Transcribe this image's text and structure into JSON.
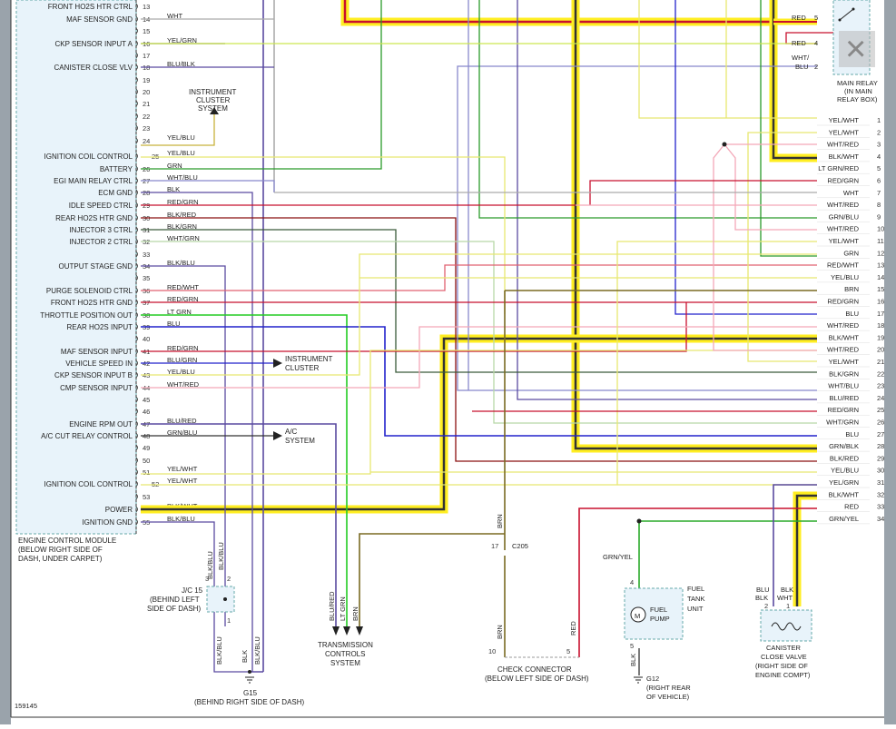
{
  "figure_id": "159145",
  "ecm": {
    "caption": [
      "ENGINE CONTROL MODULE",
      "(BELOW RIGHT SIDE OF",
      "DASH, UNDER CARPET)"
    ],
    "rows": [
      {
        "pin": "13",
        "name": "FRONT HO2S HTR CTRL",
        "wire": ""
      },
      {
        "pin": "14",
        "name": "MAF SENSOR GND",
        "wire": "WHT"
      },
      {
        "pin": "15",
        "name": "",
        "wire": ""
      },
      {
        "pin": "16",
        "name": "CKP SENSOR INPUT A",
        "wire": "YEL/GRN"
      },
      {
        "pin": "17",
        "name": "",
        "wire": ""
      },
      {
        "pin": "18",
        "name": "CANISTER CLOSE VLV",
        "wire": "BLU/BLK"
      },
      {
        "pin": "19",
        "name": "",
        "wire": ""
      },
      {
        "pin": "20",
        "name": "",
        "wire": ""
      },
      {
        "pin": "21",
        "name": "",
        "wire": ""
      },
      {
        "pin": "22",
        "name": "",
        "wire": ""
      },
      {
        "pin": "23",
        "name": "",
        "wire": ""
      },
      {
        "pin": "24",
        "name": "",
        "wire": "YEL/BLU"
      },
      {
        "pin": "25",
        "name": "IGNITION COIL CONTROL",
        "wire": "YEL/BLU"
      },
      {
        "pin": "26",
        "name": "BATTERY",
        "wire": "GRN"
      },
      {
        "pin": "27",
        "name": "EGI MAIN RELAY CTRL",
        "wire": "WHT/BLU"
      },
      {
        "pin": "28",
        "name": "ECM GND",
        "wire": "BLK"
      },
      {
        "pin": "29",
        "name": "IDLE SPEED CTRL",
        "wire": "RED/GRN"
      },
      {
        "pin": "30",
        "name": "REAR HO2S HTR GND",
        "wire": "BLK/RED"
      },
      {
        "pin": "31",
        "name": "INJECTOR 3 CTRL",
        "wire": "BLK/GRN"
      },
      {
        "pin": "32",
        "name": "INJECTOR 2 CTRL",
        "wire": "WHT/GRN"
      },
      {
        "pin": "33",
        "name": "",
        "wire": ""
      },
      {
        "pin": "34",
        "name": "OUTPUT STAGE GND",
        "wire": "BLK/BLU"
      },
      {
        "pin": "35",
        "name": "",
        "wire": ""
      },
      {
        "pin": "36",
        "name": "PURGE SOLENOID CTRL",
        "wire": "RED/WHT"
      },
      {
        "pin": "37",
        "name": "FRONT HO2S HTR GND",
        "wire": "RED/GRN"
      },
      {
        "pin": "38",
        "name": "THROTTLE POSITION OUT",
        "wire": "LT GRN"
      },
      {
        "pin": "39",
        "name": "REAR HO2S INPUT",
        "wire": "BLU"
      },
      {
        "pin": "40",
        "name": "",
        "wire": ""
      },
      {
        "pin": "41",
        "name": "MAF SENSOR INPUT",
        "wire": "RED/GRN"
      },
      {
        "pin": "42",
        "name": "VEHICLE SPEED IN",
        "wire": "BLU/GRN"
      },
      {
        "pin": "43",
        "name": "CKP SENSOR INPUT B",
        "wire": "YEL/BLU"
      },
      {
        "pin": "44",
        "name": "CMP SENSOR INPUT",
        "wire": "WHT/RED"
      },
      {
        "pin": "45",
        "name": "",
        "wire": ""
      },
      {
        "pin": "46",
        "name": "",
        "wire": ""
      },
      {
        "pin": "47",
        "name": "ENGINE RPM OUT",
        "wire": "BLU/RED"
      },
      {
        "pin": "48",
        "name": "A/C CUT RELAY CONTROL",
        "wire": "GRN/BLU"
      },
      {
        "pin": "49",
        "name": "",
        "wire": ""
      },
      {
        "pin": "50",
        "name": "",
        "wire": ""
      },
      {
        "pin": "51",
        "name": "",
        "wire": "YEL/WHT"
      },
      {
        "pin": "52",
        "name": "IGNITION COIL CONTROL",
        "wire": "YEL/WHT"
      },
      {
        "pin": "53",
        "name": "",
        "wire": ""
      },
      {
        "pin": "54",
        "name": "POWER",
        "wire": "BLK/WHT"
      },
      {
        "pin": "55",
        "name": "IGNITION GND",
        "wire": "BLK/BLU"
      }
    ]
  },
  "right_connector": {
    "rows": [
      {
        "pin": "1",
        "wire": "YEL/WHT"
      },
      {
        "pin": "2",
        "wire": "YEL/WHT"
      },
      {
        "pin": "3",
        "wire": "WHT/RED"
      },
      {
        "pin": "4",
        "wire": "BLK/WHT"
      },
      {
        "pin": "5",
        "wire": "LT GRN/RED"
      },
      {
        "pin": "6",
        "wire": "RED/GRN"
      },
      {
        "pin": "7",
        "wire": "WHT"
      },
      {
        "pin": "8",
        "wire": "WHT/RED"
      },
      {
        "pin": "9",
        "wire": "GRN/BLU"
      },
      {
        "pin": "10",
        "wire": "WHT/RED"
      },
      {
        "pin": "11",
        "wire": "YEL/WHT"
      },
      {
        "pin": "12",
        "wire": "GRN"
      },
      {
        "pin": "13",
        "wire": "RED/WHT"
      },
      {
        "pin": "14",
        "wire": "YEL/BLU"
      },
      {
        "pin": "15",
        "wire": "BRN"
      },
      {
        "pin": "16",
        "wire": "RED/GRN"
      },
      {
        "pin": "17",
        "wire": "BLU"
      },
      {
        "pin": "18",
        "wire": "WHT/RED"
      },
      {
        "pin": "19",
        "wire": "BLK/WHT"
      },
      {
        "pin": "20",
        "wire": "WHT/RED"
      },
      {
        "pin": "21",
        "wire": "YEL/WHT"
      },
      {
        "pin": "22",
        "wire": "BLK/GRN"
      },
      {
        "pin": "23",
        "wire": "WHT/BLU"
      },
      {
        "pin": "24",
        "wire": "BLU/RED"
      },
      {
        "pin": "25",
        "wire": "RED/GRN"
      },
      {
        "pin": "26",
        "wire": "WHT/GRN"
      },
      {
        "pin": "27",
        "wire": "BLU"
      },
      {
        "pin": "28",
        "wire": "GRN/BLK"
      },
      {
        "pin": "29",
        "wire": "BLK/RED"
      },
      {
        "pin": "30",
        "wire": "YEL/BLU"
      },
      {
        "pin": "31",
        "wire": "YEL/GRN"
      },
      {
        "pin": "32",
        "wire": "BLK/WHT"
      },
      {
        "pin": "33",
        "wire": "RED"
      },
      {
        "pin": "34",
        "wire": "GRN/YEL"
      }
    ]
  },
  "main_relay": {
    "caption": [
      "MAIN RELAY",
      "(IN MAIN",
      "RELAY BOX)"
    ],
    "pins": [
      {
        "pin": "5",
        "wire": "RED"
      },
      {
        "pin": "4",
        "wire": "RED"
      },
      {
        "pin": "2",
        "wire": "WHT/BLU"
      }
    ],
    "wire_split": [
      "WHT/",
      "BLU"
    ]
  },
  "instrument_cluster_system": [
    "INSTRUMENT",
    "CLUSTER",
    "SYSTEM"
  ],
  "instrument_cluster": [
    "INSTRUMENT",
    "CLUSTER"
  ],
  "ac_system": [
    "A/C",
    "SYSTEM"
  ],
  "jc15": {
    "caption": [
      "J/C 15",
      "(BEHIND LEFT",
      "SIDE OF DASH)"
    ],
    "pin3": "3",
    "pin2": "2",
    "pin1": "1",
    "wire_left": "BLK/BLU",
    "wire_right": "BLK/BLU"
  },
  "g15": {
    "label": "G15",
    "caption": "(BEHIND RIGHT SIDE OF DASH)",
    "wires": [
      "BLK/BLU",
      "BLK",
      "BLK/BLU"
    ]
  },
  "tcs": {
    "caption": [
      "TRANSMISSION",
      "CONTROLS",
      "SYSTEM"
    ],
    "wires": [
      "BLU/RED",
      "LT GRN",
      "BRN"
    ]
  },
  "c205": {
    "label": "C205",
    "pin": "17",
    "wire_top": "BRN",
    "wire_bottom": "BRN"
  },
  "check_connector": {
    "caption": [
      "CHECK CONNECTOR",
      "(BELOW LEFT SIDE OF DASH)"
    ],
    "pin_left": "10",
    "pin_right": "5",
    "wire_right": "RED"
  },
  "fuel_pump": {
    "wire_in": "GRN/YEL",
    "pin_top": "4",
    "pin_bottom": "5",
    "inner": [
      "FUEL",
      "PUMP"
    ],
    "caption": [
      "FUEL",
      "TANK",
      "UNIT"
    ],
    "motor": "M",
    "wire_out": "BLK",
    "ground": "G12",
    "ground_caption": [
      "(RIGHT REAR",
      "OF VEHICLE)"
    ]
  },
  "canister": {
    "wire_left": [
      "BLU",
      "BLK"
    ],
    "wire_right": [
      "BLK",
      "WHT"
    ],
    "pin_left": "2",
    "pin_right": "1",
    "caption": [
      "CANISTER",
      "CLOSE VALVE",
      "(RIGHT SIDE OF",
      "ENGINE COMPT)"
    ]
  },
  "close_button": "×"
}
